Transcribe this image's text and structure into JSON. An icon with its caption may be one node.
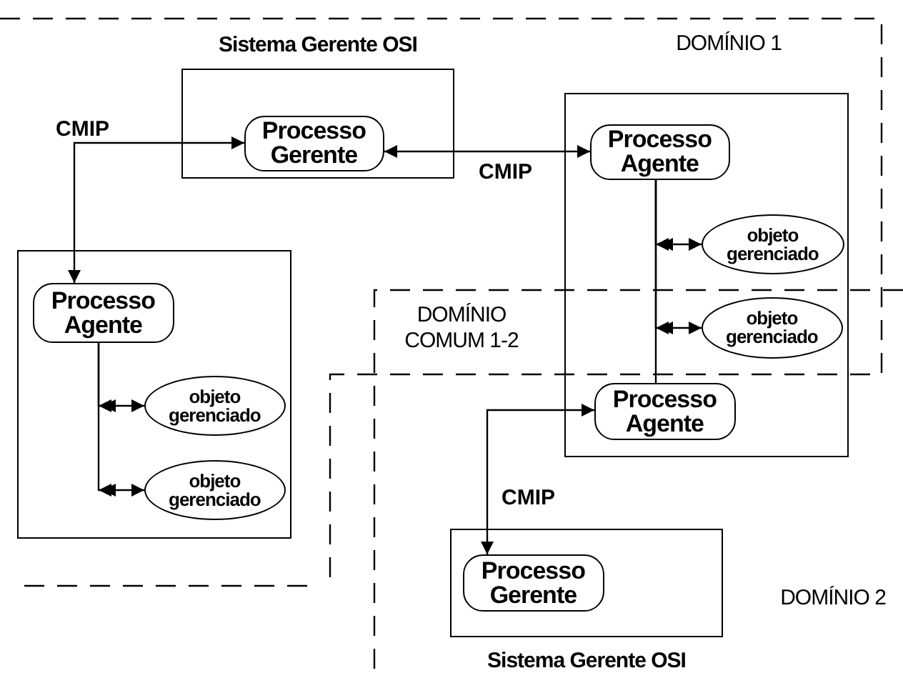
{
  "diagram": {
    "nodes": [
      {
        "text": [
          "Sistema Gerente OSI"
        ]
      },
      {
        "text": [
          "Processo Gerente"
        ],
        "in": 0
      },
      {
        "text": [],
        "shape": "box"
      },
      {
        "text": [
          "Processo Agente"
        ],
        "in": 2
      },
      {
        "text": [
          "objeto gerenciado"
        ],
        "in": 2
      },
      {
        "text": [
          "objeto gerenciado"
        ],
        "in": 2
      },
      {
        "text": [
          "Processo Agente"
        ],
        "in": 2
      },
      {
        "text": [],
        "shape": "box"
      },
      {
        "text": [
          "Processo Agente"
        ],
        "in": 7
      },
      {
        "text": [
          "objeto gerenciado"
        ],
        "in": 7
      },
      {
        "text": [
          "objeto gerenciado"
        ],
        "in": 7
      },
      {
        "text": [
          "Sistema Gerente OSI"
        ]
      },
      {
        "text": [
          "Processo Gerente"
        ],
        "in": 11
      }
    ],
    "edges": [
      {
        "from": 1,
        "to": 8,
        "arrow": "both",
        "label": "CMIP"
      },
      {
        "from": 1,
        "to": 3,
        "arrow": "both",
        "label": "CMIP"
      },
      {
        "from": 3,
        "to": 4,
        "arrow": "to"
      },
      {
        "from": 3,
        "to": 5,
        "arrow": "to"
      },
      {
        "from": 3,
        "to": 6,
        "arrow": "none"
      },
      {
        "from": 8,
        "to": 9,
        "arrow": "to"
      },
      {
        "from": 8,
        "to": 10,
        "arrow": "to"
      },
      {
        "from": 6,
        "to": 12,
        "arrow": "both",
        "label": "CMIP"
      }
    ],
    "labels": [
      "DOMÍNIO 1",
      "DOMÍNIO COMUM 1-2",
      "DOMÍNIO 2"
    ]
  }
}
